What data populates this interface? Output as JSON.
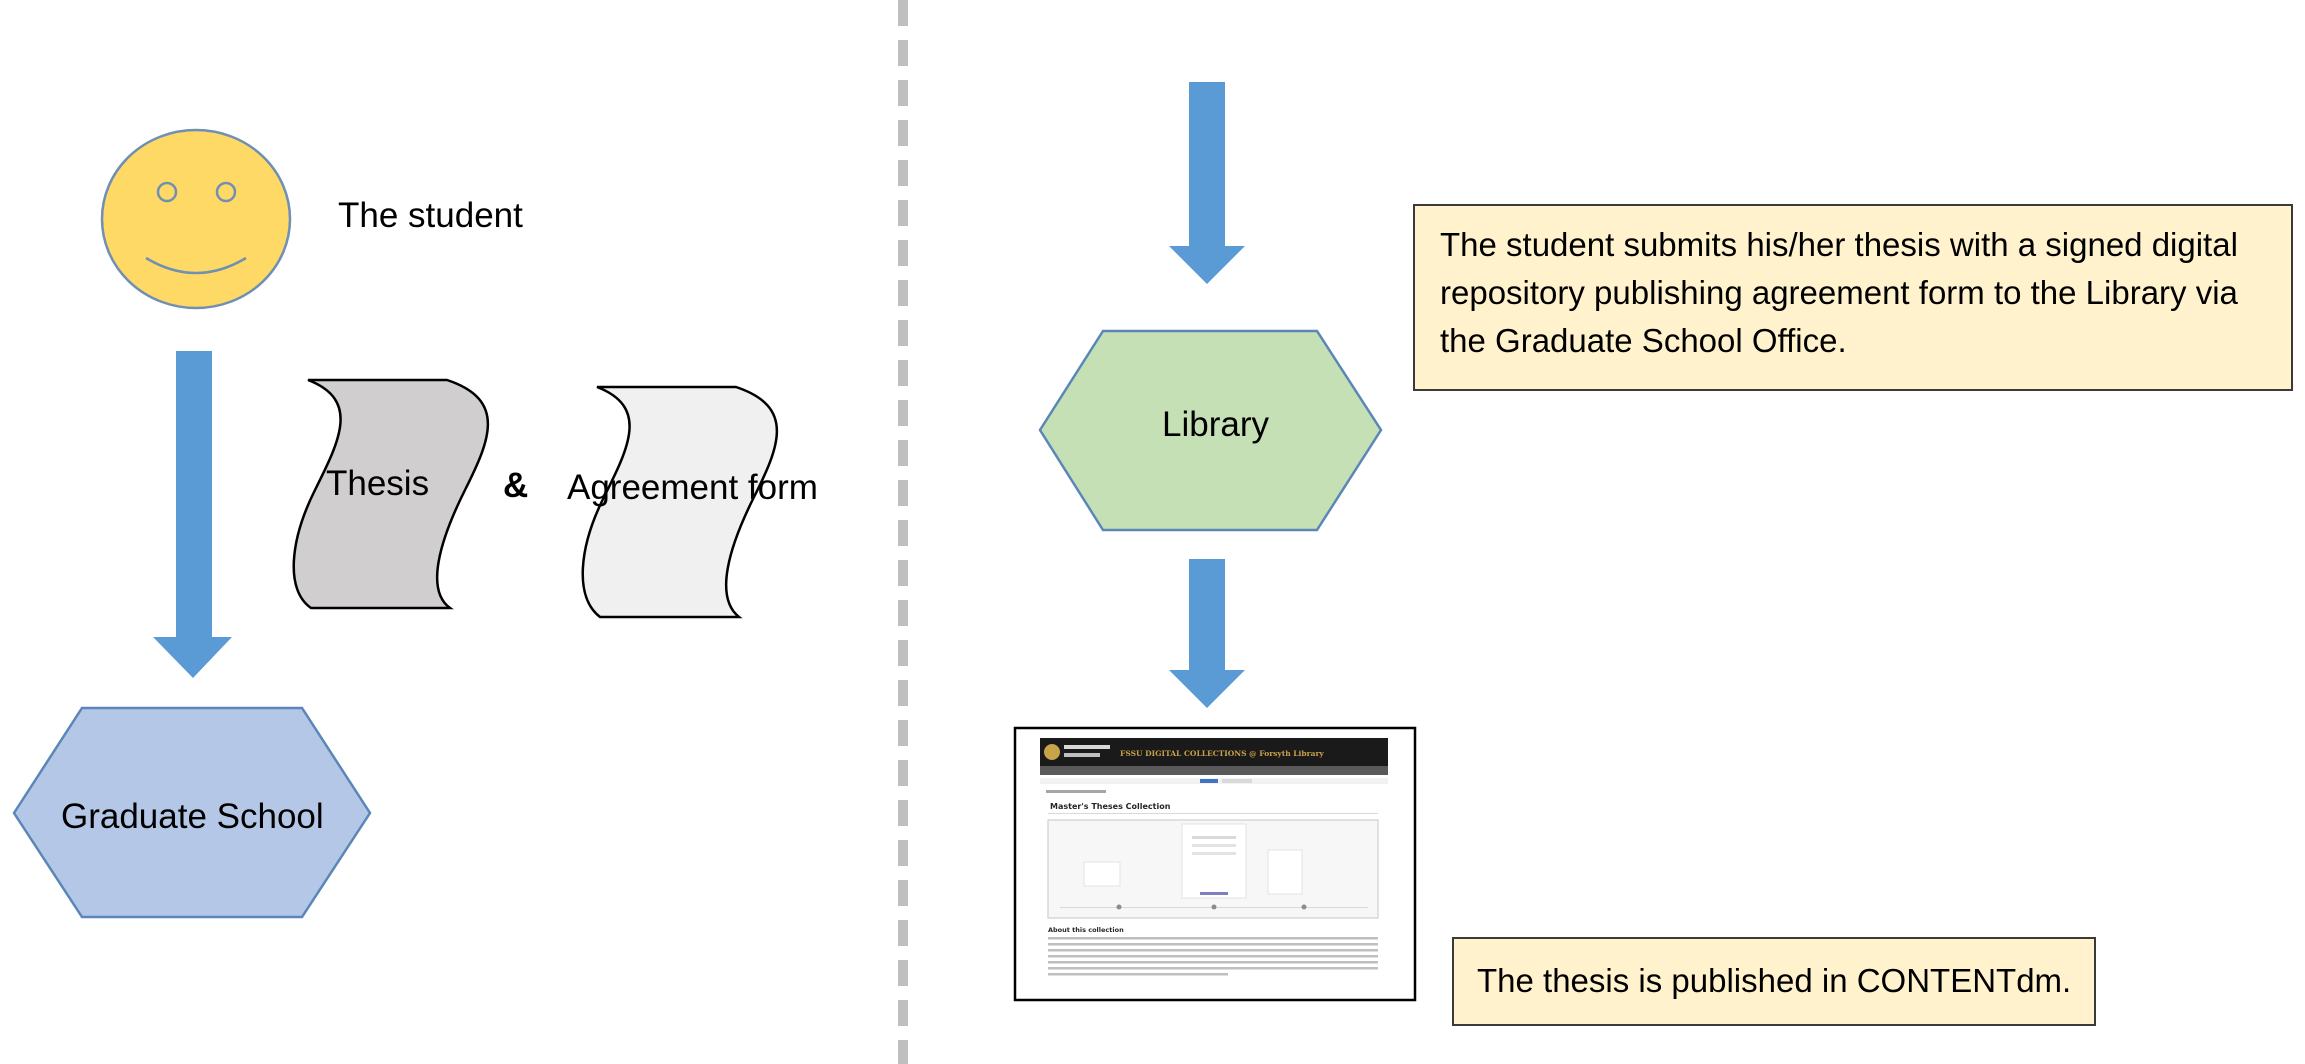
{
  "colors": {
    "face_fill": "#ffd966",
    "face_stroke": "#6f8fb3",
    "arrow": "#5b9bd5",
    "hex_graduate_fill": "#b4c7e7",
    "hex_library_fill": "#c5e0b4",
    "hex_stroke": "#5b86b8",
    "doc_thesis_fill": "#d0cece",
    "doc_agreement_fill": "#f0f0f0",
    "note_fill": "#fff2cc",
    "divider": "#bfbfbf"
  },
  "left": {
    "student_label": "The student",
    "thesis_label": "Thesis",
    "ampersand": "&",
    "agreement_label": "Agreement form",
    "graduate_school_label": "Graduate School"
  },
  "right": {
    "library_label": "Library",
    "note_submit": "The student submits his/her thesis with a signed digital repository publishing agreement form to the Library via the Graduate School Office.",
    "note_published": "The thesis is published in CONTENTdm.",
    "screenshot": {
      "site_title": "FSSU DIGITAL COLLECTIONS @ Forsyth Library",
      "page_heading": "Master's Theses Collection",
      "section_heading": "About this collection"
    }
  }
}
